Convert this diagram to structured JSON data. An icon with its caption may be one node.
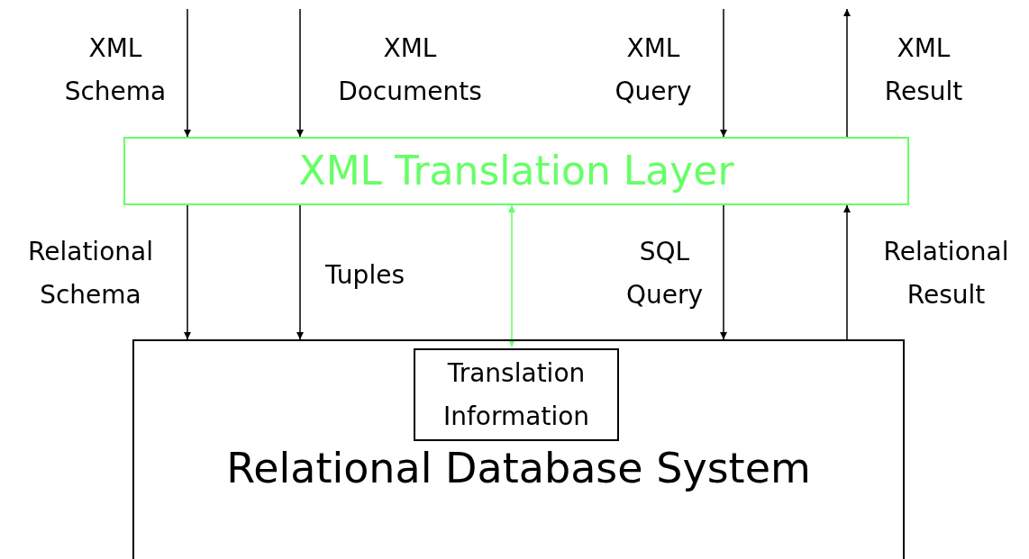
{
  "diagram": {
    "nodes": [
      {
        "text": [
          "XML Translation Layer"
        ]
      },
      {
        "text": [
          "Relational Database System"
        ]
      },
      {
        "text": [
          "Translation Information"
        ],
        "in": 1
      }
    ],
    "edges": [
      {
        "from": null,
        "to": 0,
        "arrow": "to",
        "label": "XML Schema"
      },
      {
        "from": null,
        "to": 0,
        "arrow": "to",
        "label": "XML Documents"
      },
      {
        "from": null,
        "to": 0,
        "arrow": "to",
        "label": "XML Query"
      },
      {
        "from": 0,
        "to": null,
        "arrow": "to",
        "label": "XML Result"
      },
      {
        "from": 0,
        "to": 1,
        "arrow": "to",
        "label": "Relational Schema"
      },
      {
        "from": 0,
        "to": 1,
        "arrow": "to",
        "label": "Tuples"
      },
      {
        "from": 2,
        "to": 0,
        "arrow": "both",
        "color": "#66ff66"
      },
      {
        "from": 0,
        "to": 1,
        "arrow": "to",
        "label": "SQL Query"
      },
      {
        "from": 1,
        "to": 0,
        "arrow": "to",
        "label": "Relational Result"
      }
    ]
  }
}
